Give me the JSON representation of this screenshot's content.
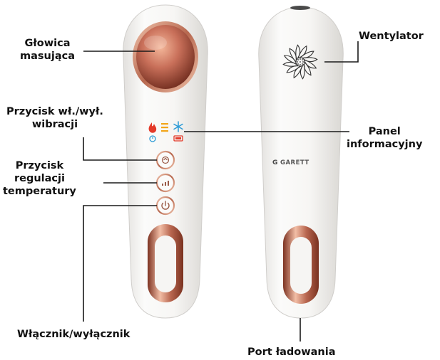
{
  "diagram": {
    "labels": {
      "head": [
        "Głowica",
        "masująca"
      ],
      "vibration": [
        "Przycisk wł./wył.",
        "wibracji"
      ],
      "temperature": [
        "Przycisk",
        "regulacji",
        "temperatury"
      ],
      "power": "Włącznik/wyłącznik",
      "fan": "Wentylator",
      "panel": [
        "Panel",
        "informacyjny"
      ],
      "port": "Port ładowania"
    },
    "brand": "GARETT",
    "brand_mark": "G",
    "colors": {
      "body": "#f4f3f1",
      "rose_gold": "#c9826a",
      "copper_dark": "#7a3220",
      "leader_line": "#1a1a1a",
      "fan": "#333333",
      "indicator_heat": "#e43a2a",
      "indicator_level": "#f2a51a",
      "indicator_cool": "#2b9ad6"
    },
    "icons": [
      "flame-icon",
      "level-bars-icon",
      "snowflake-icon",
      "timer-icon",
      "battery-icon",
      "fan-icon",
      "power-icon",
      "signal-bars-icon"
    ]
  }
}
